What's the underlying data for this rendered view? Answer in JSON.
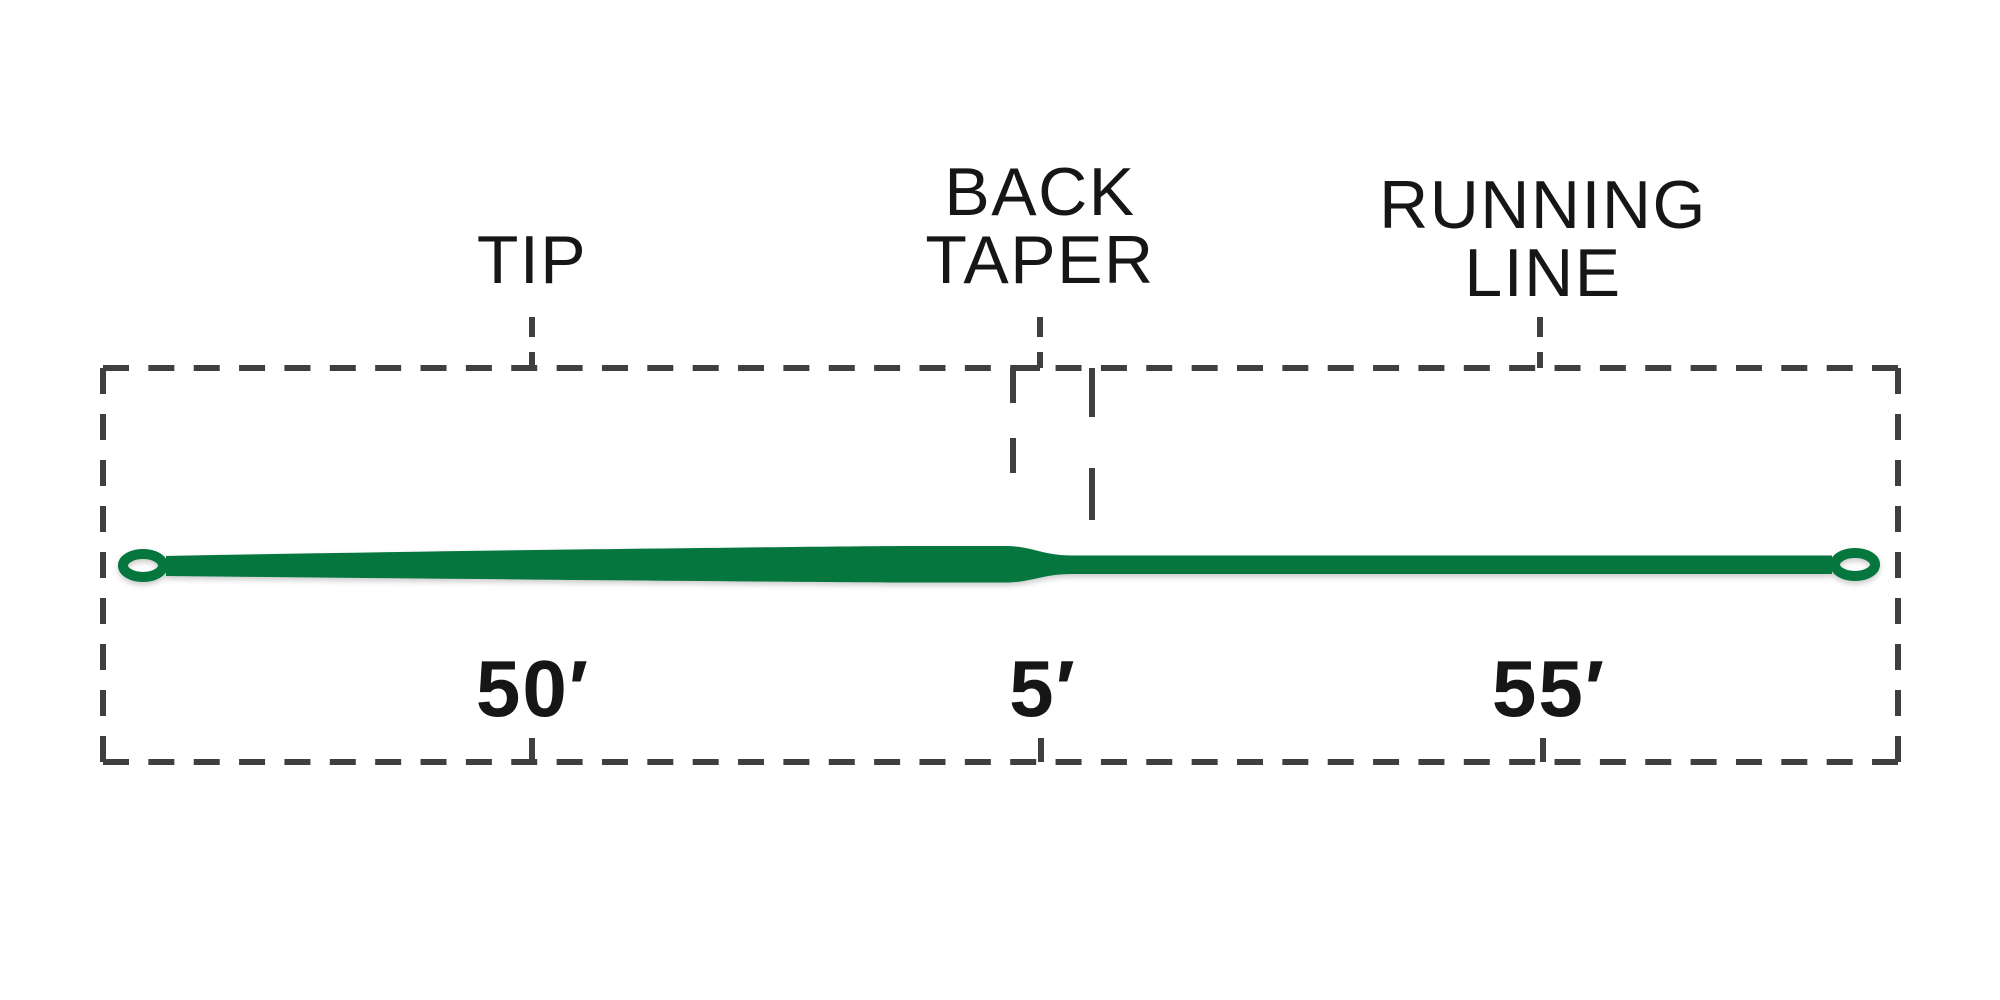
{
  "colors": {
    "line_green": "#04763e",
    "dash_gray": "#3f3f3f",
    "text": "#161616",
    "background": "#ffffff"
  },
  "sections": [
    {
      "id": "tip",
      "label_lines": [
        "TIP"
      ],
      "length": "50′"
    },
    {
      "id": "back-taper",
      "label_lines": [
        "BACK",
        "TAPER"
      ],
      "length": "5′"
    },
    {
      "id": "running-line",
      "label_lines": [
        "RUNNING",
        "LINE"
      ],
      "length": "55′"
    }
  ],
  "icons": {
    "left_loop": "welded-loop",
    "right_loop": "welded-loop"
  }
}
